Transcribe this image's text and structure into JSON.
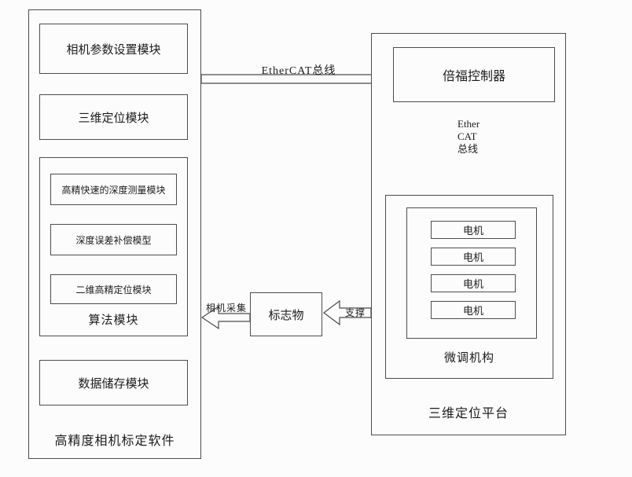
{
  "left_panel": {
    "title": "高精度相机标定软件",
    "camera_param": "相机参数设置模块",
    "positioning_3d": "三维定位模块",
    "algorithm": {
      "title": "算法模块",
      "items": [
        "高精快速的深度测量模块",
        "深度误差补偿模型",
        "二维高精定位模块"
      ]
    },
    "data_storage": "数据储存模块"
  },
  "right_panel": {
    "title": "三维定位平台",
    "controller": "倍福控制器",
    "vertical_bus_label": "Ether\nCAT\n总线",
    "mechanism": {
      "title": "微调机构",
      "motors": [
        "电机",
        "电机",
        "电机",
        "电机"
      ]
    }
  },
  "connections": {
    "horizontal_bus_label": "EtherCAT总线",
    "marker": "标志物",
    "support_label": "支撑",
    "capture_label": "相机采集"
  }
}
